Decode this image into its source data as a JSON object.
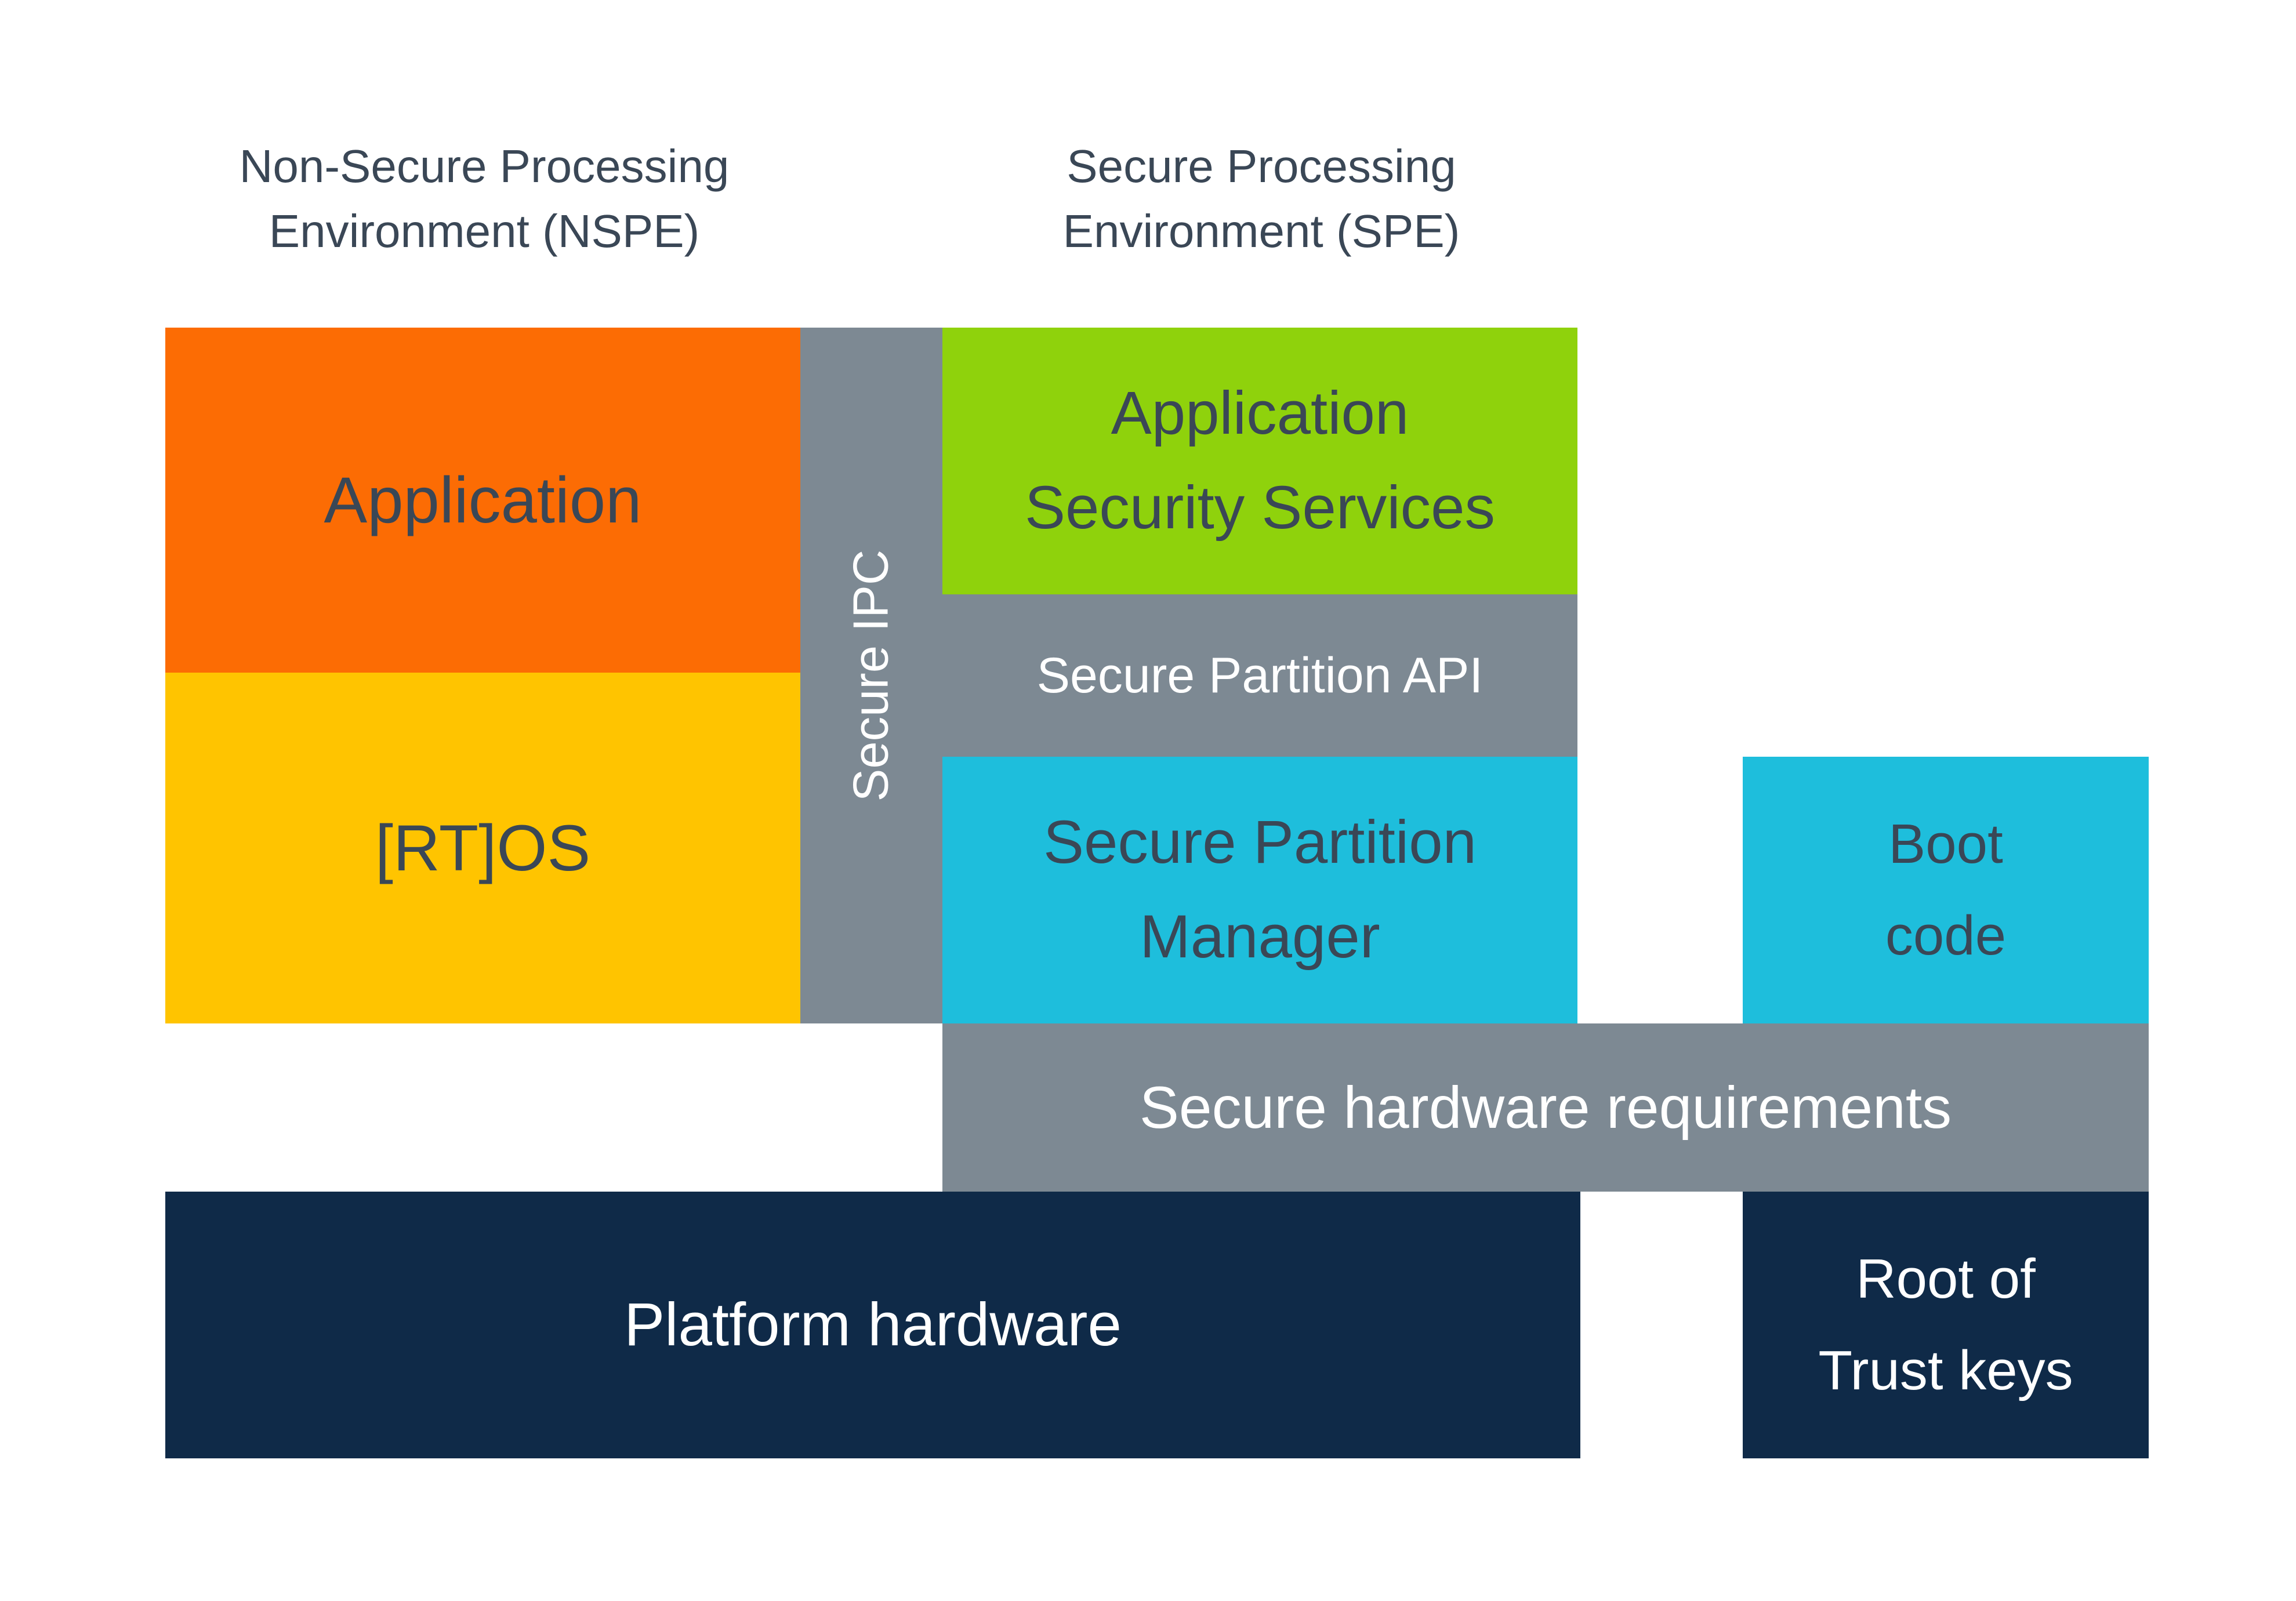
{
  "palette": {
    "background": "#FFFFFF",
    "orange": "#FC6C04",
    "yellow": "#FFC400",
    "green": "#8FD20C",
    "cyan": "#1EBEDC",
    "gray": "#7D8993",
    "navy": "#0F2A48",
    "dark_text": "#3A4756",
    "white_text": "#FFFFFF"
  },
  "headers": {
    "nspe": "Non-Secure Processing\nEnvironment (NSPE)",
    "spe": "Secure Processing\nEnvironment (SPE)"
  },
  "blocks": {
    "application": {
      "label": "Application"
    },
    "rtos": {
      "label": "[RT]OS"
    },
    "secure_ipc": {
      "label": "Secure IPC"
    },
    "app_security_services": {
      "label": "Application\nSecurity Services"
    },
    "secure_partition_api": {
      "label": "Secure Partition API"
    },
    "secure_partition_manager": {
      "label": "Secure Partition\nManager"
    },
    "boot_code": {
      "label": "Boot\ncode"
    },
    "secure_hardware_requirements": {
      "label": "Secure hardware requirements"
    },
    "platform_hardware": {
      "label": "Platform hardware"
    },
    "root_of_trust_keys": {
      "label": "Root of\nTrust keys"
    }
  }
}
